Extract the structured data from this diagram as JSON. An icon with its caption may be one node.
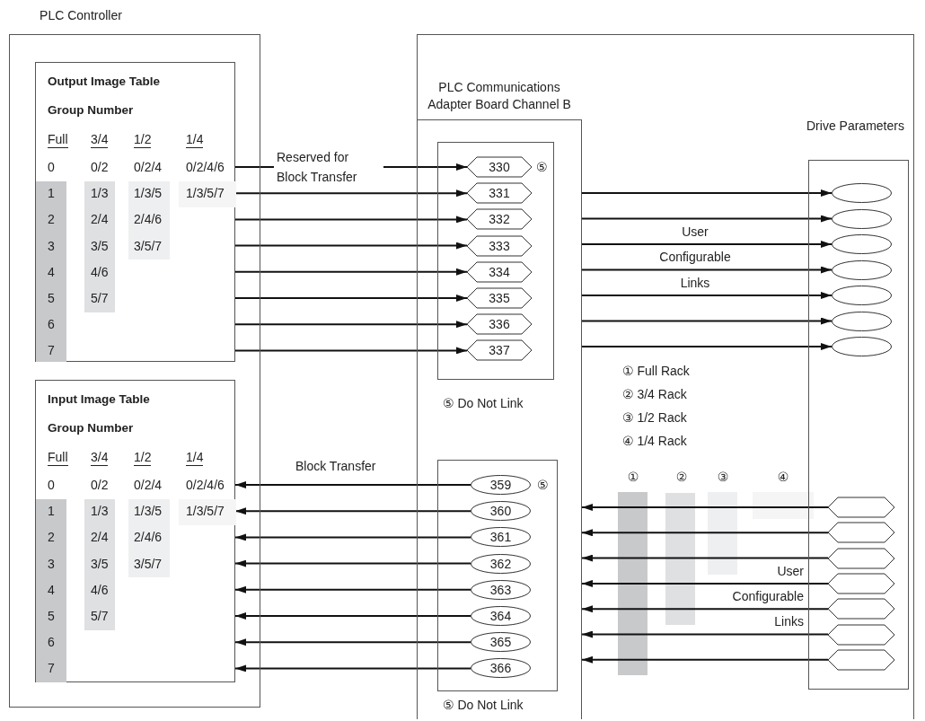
{
  "diagram": {
    "nodes": [
      {
        "text": [
          "PLC Controller"
        ]
      },
      {
        "text": [
          "Output Image Table",
          "Group Number",
          "Full",
          "3/4",
          "1/2",
          "1/4",
          "0",
          "0/2",
          "0/2/4",
          "0/2/4/6",
          "1",
          "1/3",
          "1/3/5",
          "1/3/5/7",
          "2",
          "2/4",
          "2/4/6",
          "3",
          "3/5",
          "3/5/7",
          "4",
          "4/6",
          "5",
          "5/7",
          "6",
          "7"
        ],
        "in": 0
      },
      {
        "text": [
          "Input Image Table",
          "Group Number",
          "Full",
          "3/4",
          "1/2",
          "1/4",
          "0",
          "0/2",
          "0/2/4",
          "0/2/4/6",
          "1",
          "1/3",
          "1/3/5",
          "1/3/5/7",
          "2",
          "2/4",
          "2/4/6",
          "3",
          "3/5",
          "3/5/7",
          "4",
          "4/6",
          "5",
          "5/7",
          "6",
          "7"
        ],
        "in": 0
      },
      {
        "text": [],
        "shape": "box"
      },
      {
        "text": [
          "PLC Communications Adapter Board Channel B"
        ],
        "in": 3
      },
      {
        "text": [],
        "shape": "box",
        "in": 4,
        "beside": [
          "⑤ Do Not Link"
        ]
      },
      {
        "text": [
          "330"
        ],
        "in": 5,
        "beside": [
          "⑤"
        ]
      },
      {
        "text": [
          "331"
        ],
        "in": 5
      },
      {
        "text": [
          "332"
        ],
        "in": 5
      },
      {
        "text": [
          "333"
        ],
        "in": 5
      },
      {
        "text": [
          "334"
        ],
        "in": 5
      },
      {
        "text": [
          "335"
        ],
        "in": 5
      },
      {
        "text": [
          "336"
        ],
        "in": 5
      },
      {
        "text": [
          "337"
        ],
        "in": 5
      },
      {
        "text": [],
        "shape": "box",
        "in": 4,
        "beside": [
          "⑤ Do Not Link"
        ]
      },
      {
        "text": [
          "359"
        ],
        "in": 14,
        "beside": [
          "⑤"
        ]
      },
      {
        "text": [
          "360"
        ],
        "in": 14
      },
      {
        "text": [
          "361"
        ],
        "in": 14
      },
      {
        "text": [
          "362"
        ],
        "in": 14
      },
      {
        "text": [
          "363"
        ],
        "in": 14
      },
      {
        "text": [
          "364"
        ],
        "in": 14
      },
      {
        "text": [
          "365"
        ],
        "in": 14
      },
      {
        "text": [
          "366"
        ],
        "in": 14
      },
      {
        "text": [
          "Drive Parameters"
        ],
        "in": 3
      },
      {
        "text": [],
        "shape": "ellipse",
        "in": 23
      },
      {
        "text": [],
        "shape": "ellipse",
        "in": 23
      },
      {
        "text": [],
        "shape": "ellipse",
        "in": 23
      },
      {
        "text": [],
        "shape": "ellipse",
        "in": 23
      },
      {
        "text": [],
        "shape": "ellipse",
        "in": 23
      },
      {
        "text": [],
        "shape": "ellipse",
        "in": 23
      },
      {
        "text": [],
        "shape": "ellipse",
        "in": 23
      },
      {
        "text": [],
        "shape": "hexagon",
        "in": 23
      },
      {
        "text": [],
        "shape": "hexagon",
        "in": 23
      },
      {
        "text": [],
        "shape": "hexagon",
        "in": 23
      },
      {
        "text": [],
        "shape": "hexagon",
        "in": 23
      },
      {
        "text": [],
        "shape": "hexagon",
        "in": 23
      },
      {
        "text": [],
        "shape": "hexagon",
        "in": 23
      },
      {
        "text": [],
        "shape": "hexagon",
        "in": 23
      }
    ],
    "edges": [
      {
        "from": 1,
        "to": 6,
        "arrow": "to",
        "label": "Reserved for Block Transfer"
      },
      {
        "from": 1,
        "to": 7,
        "arrow": "to"
      },
      {
        "from": 1,
        "to": 8,
        "arrow": "to"
      },
      {
        "from": 1,
        "to": 9,
        "arrow": "to"
      },
      {
        "from": 1,
        "to": 10,
        "arrow": "to"
      },
      {
        "from": 1,
        "to": 11,
        "arrow": "to"
      },
      {
        "from": 1,
        "to": 12,
        "arrow": "to"
      },
      {
        "from": 1,
        "to": 13,
        "arrow": "to"
      },
      {
        "from": 4,
        "to": 24,
        "arrow": "to"
      },
      {
        "from": 4,
        "to": 25,
        "arrow": "to"
      },
      {
        "from": 4,
        "to": 26,
        "arrow": "to"
      },
      {
        "from": 4,
        "to": 27,
        "arrow": "to"
      },
      {
        "from": 4,
        "to": 28,
        "arrow": "to"
      },
      {
        "from": 4,
        "to": 29,
        "arrow": "to"
      },
      {
        "from": 4,
        "to": 30,
        "arrow": "to"
      },
      {
        "from": 15,
        "to": 2,
        "arrow": "to",
        "label": "Block Transfer"
      },
      {
        "from": 16,
        "to": 2,
        "arrow": "to"
      },
      {
        "from": 17,
        "to": 2,
        "arrow": "to"
      },
      {
        "from": 18,
        "to": 2,
        "arrow": "to"
      },
      {
        "from": 19,
        "to": 2,
        "arrow": "to"
      },
      {
        "from": 20,
        "to": 2,
        "arrow": "to"
      },
      {
        "from": 21,
        "to": 2,
        "arrow": "to"
      },
      {
        "from": 22,
        "to": 2,
        "arrow": "to"
      },
      {
        "from": 31,
        "to": 4,
        "arrow": "to"
      },
      {
        "from": 32,
        "to": 4,
        "arrow": "to"
      },
      {
        "from": 33,
        "to": 4,
        "arrow": "to"
      },
      {
        "from": 34,
        "to": 4,
        "arrow": "to"
      },
      {
        "from": 35,
        "to": 4,
        "arrow": "to"
      },
      {
        "from": 36,
        "to": 4,
        "arrow": "to"
      },
      {
        "from": 37,
        "to": 4,
        "arrow": "to"
      }
    ],
    "labels": [
      "User",
      "Configurable",
      "Links",
      "① Full Rack",
      "② 3/4 Rack",
      "③ 1/2 Rack",
      "④ 1/4 Rack",
      "①",
      "②",
      "③",
      "④",
      "User",
      "Configurable",
      "Links"
    ]
  }
}
